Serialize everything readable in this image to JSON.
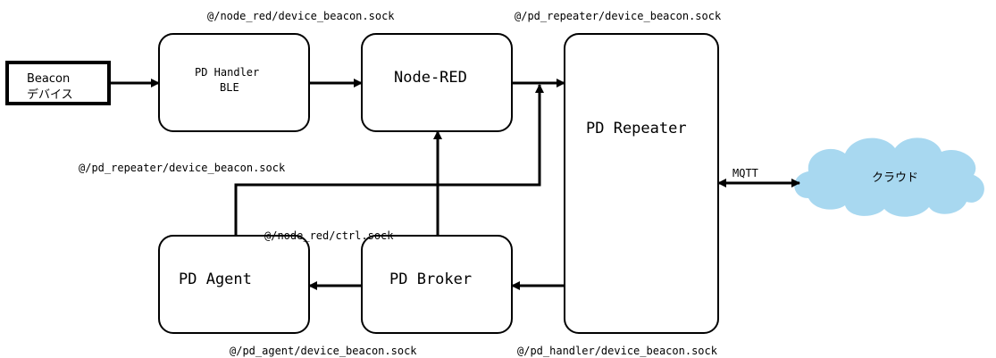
{
  "nodes": {
    "beacon": {
      "line1": "Beacon",
      "line2": "デバイス"
    },
    "pd_handler": {
      "line1": "PD Handler",
      "line2": "BLE"
    },
    "node_red": {
      "label": "Node-RED"
    },
    "pd_repeater": {
      "label": "PD Repeater"
    },
    "pd_agent": {
      "label": "PD Agent"
    },
    "pd_broker": {
      "label": "PD Broker"
    },
    "cloud": {
      "label": "クラウド"
    }
  },
  "sockets": {
    "node_red_beacon": "@/node_red/device_beacon.sock",
    "pd_repeater_beacon_top": "@/pd_repeater/device_beacon.sock",
    "pd_repeater_beacon_left": "@/pd_repeater/device_beacon.sock",
    "node_red_ctrl": "@/node_red/ctrl.sock",
    "pd_agent_beacon": "@/pd_agent/device_beacon.sock",
    "pd_handler_beacon": "@/pd_handler/device_beacon.sock"
  },
  "protocol": {
    "mqtt": "MQTT"
  },
  "colors": {
    "cloud": "#a8d8f0",
    "stroke": "#000000",
    "background": "#ffffff"
  }
}
